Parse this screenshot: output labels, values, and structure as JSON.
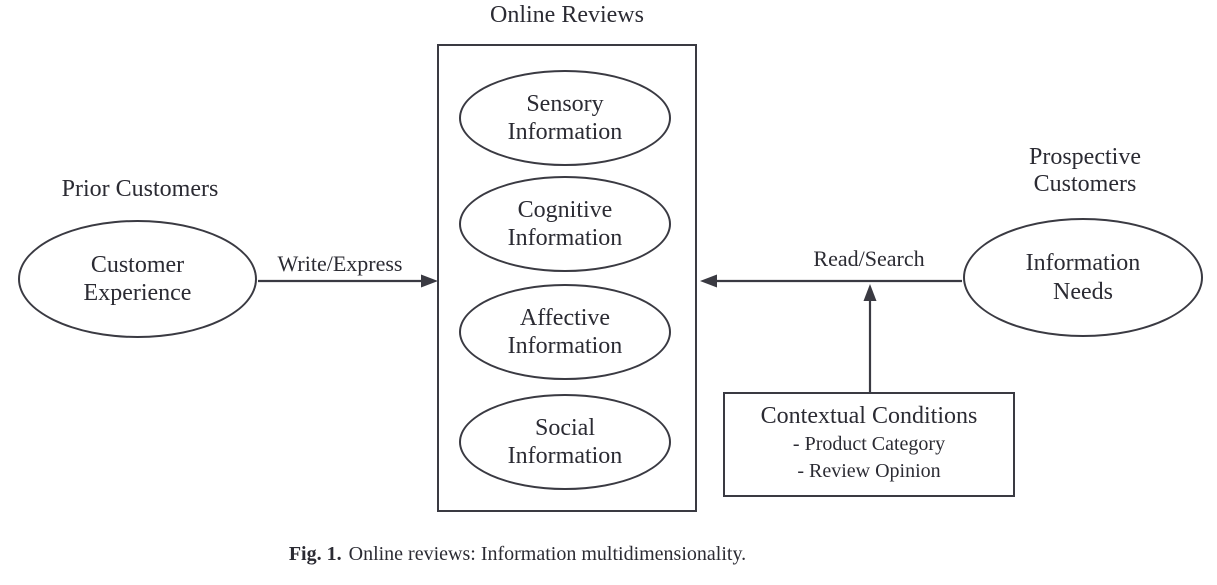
{
  "diagram": {
    "title": "Online Reviews",
    "left_group": {
      "label": "Prior Customers",
      "ellipse_text": "Customer Experience"
    },
    "right_group": {
      "label": "Prospective Customers",
      "ellipse_text": "Information Needs"
    },
    "center_box": {
      "items": [
        "Sensory Information",
        "Cognitive Information",
        "Affective Information",
        "Social Information"
      ]
    },
    "arrows": {
      "write_label": "Write/Express",
      "read_label": "Read/Search"
    },
    "context_box": {
      "title": "Contextual Conditions",
      "items": [
        "- Product Category",
        "- Review Opinion"
      ]
    },
    "caption": {
      "label": "Fig. 1.",
      "text": "Online reviews: Information multidimensionality."
    },
    "colors": {
      "stroke": "#3a3a42",
      "text": "#2b2b33",
      "background": "#ffffff"
    }
  }
}
